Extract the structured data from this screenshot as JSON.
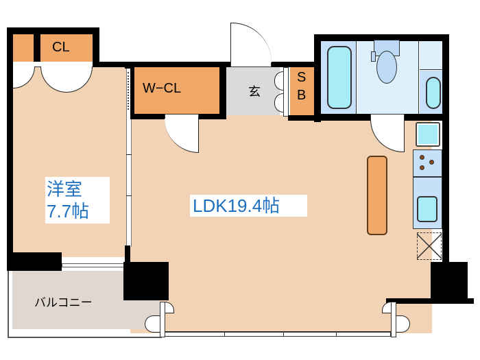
{
  "floorplan": {
    "rooms": {
      "western_room": {
        "name": "洋室",
        "size": "7.7帖"
      },
      "ldk": {
        "label": "LDK19.4帖"
      },
      "closet": {
        "label": "CL"
      },
      "walk_in_closet": {
        "label": "W−CL"
      },
      "entrance": {
        "label": "玄"
      },
      "shoe_box": {
        "label_line1": "S",
        "label_line2": "B"
      },
      "balcony": {
        "label": "バルコニー"
      }
    },
    "colors": {
      "wall": "#000000",
      "floor": "#f2d3b5",
      "closet": "#f0a868",
      "entrance": "#dadada",
      "balcony": "#e0d8d0",
      "bathroom": "#c5e0f8",
      "fixture": "#a8ecf8",
      "label_blue": "#1e6fbf"
    },
    "fixtures": [
      "bathtub",
      "toilet",
      "washbasin",
      "kitchen-sink",
      "stove-3-burner",
      "kitchen-counter",
      "kitchen-island",
      "fridge-space"
    ]
  }
}
